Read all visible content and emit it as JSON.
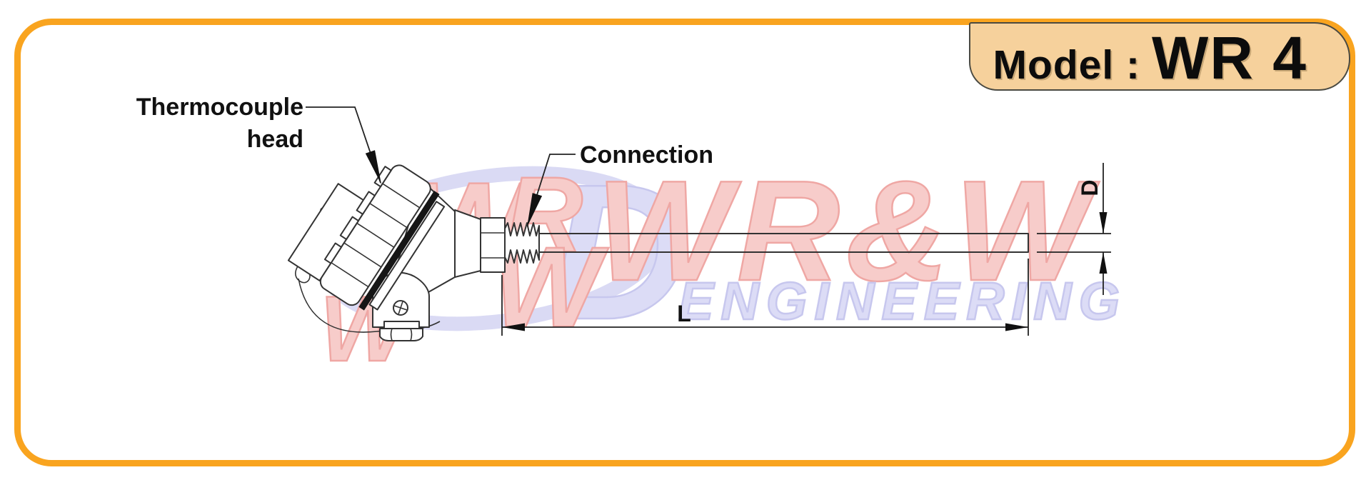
{
  "badge": {
    "prefix": "Model :",
    "model": "WR 4"
  },
  "callouts": {
    "head_line1": "Thermocouple",
    "head_line2": "head",
    "connection": "Connection"
  },
  "dimensions": {
    "length_label": "L",
    "diameter_label": "D"
  },
  "watermark": {
    "brand": "WR&W",
    "brand_sub": "ENGINEERING",
    "mono_w1": "W",
    "mono_r": "R",
    "mono_w2": "W",
    "mono_w3": "W",
    "mono_d": "D"
  },
  "colors": {
    "border_orange": "#F9A41F",
    "badge_fill": "#F6D19C",
    "watermark_red": "#F7CCCA",
    "watermark_blue": "#DCDCF6",
    "line": "#333333",
    "gasket_black": "#161616"
  }
}
